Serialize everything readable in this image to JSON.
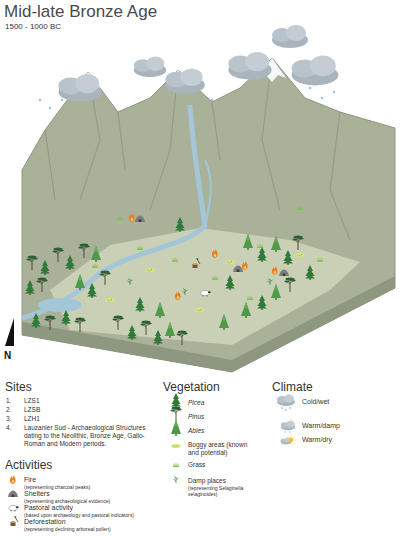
{
  "diagram": {
    "title": "Mid-late Bronze Age",
    "labels": [
      "1500 - 1000 BC",
      "N",
      "Sites",
      "1.",
      "LZS1",
      "2.",
      "LZSB",
      "3.",
      "LZH1",
      "4.",
      "Lauzanier Sud - Archaeological Structures dating to the Neolithic, Bronze Age, Gallo-Roman and Modern periods.",
      "Activities",
      "(representing charcoal peaks)",
      "(representing archaeological evidence)",
      "(based upon archaeology and pastoral indicators)",
      "(representing declining arboreal pollen)",
      "Vegetation",
      "(representing Selaginella selaginoides)",
      "Climate"
    ],
    "legend": [
      {
        "text": "Fire"
      },
      {
        "text": "Shelters"
      },
      {
        "text": "Pastoral activity"
      },
      {
        "text": "Deforestation"
      },
      {
        "text": "Picea"
      },
      {
        "text": "Pinus"
      },
      {
        "text": "Abies"
      },
      {
        "text": "Boggy areas (known and potential)"
      },
      {
        "text": "Grass"
      },
      {
        "text": "Damp places"
      },
      {
        "text": "Cold/wet"
      },
      {
        "text": "Warm/damp"
      },
      {
        "text": "Warm/dry"
      }
    ]
  }
}
